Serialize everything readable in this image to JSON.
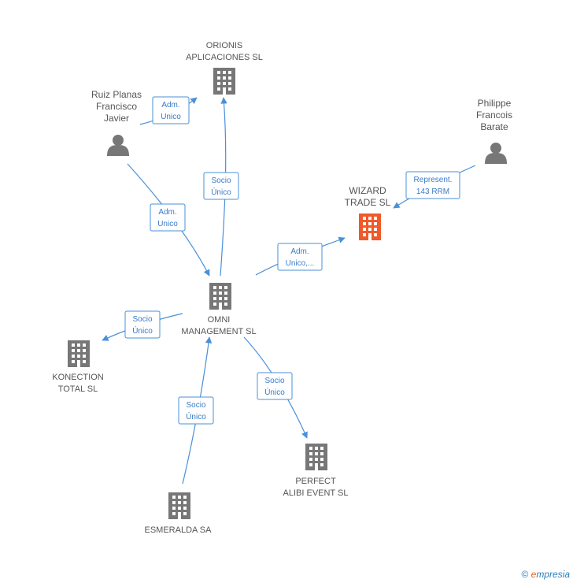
{
  "colors": {
    "edge": "#4a90d9",
    "company": "#777777",
    "company_highlight": "#f0592a",
    "person": "#777777"
  },
  "nodes": {
    "orionis": {
      "lines": [
        "ORIONIS",
        "APLICACIONES SL"
      ],
      "icon": "building-icon"
    },
    "ruiz": {
      "lines": [
        "Ruiz Planas",
        "Francisco",
        "Javier"
      ],
      "icon": "person-icon"
    },
    "philippe": {
      "lines": [
        "Philippe",
        "Francois",
        "Barate"
      ],
      "icon": "person-icon"
    },
    "wizard": {
      "lines": [
        "WIZARD",
        "TRADE SL"
      ],
      "icon": "building-icon"
    },
    "omni": {
      "lines": [
        "OMNI",
        "MANAGEMENT SL"
      ],
      "icon": "building-icon"
    },
    "konection": {
      "lines": [
        "KONECTION",
        "TOTAL SL"
      ],
      "icon": "building-icon"
    },
    "perfect": {
      "lines": [
        "PERFECT",
        "ALIBI EVENT SL"
      ],
      "icon": "building-icon"
    },
    "esmeralda": {
      "lines": [
        "ESMERALDA SA"
      ],
      "icon": "building-icon"
    }
  },
  "edges": {
    "ruiz_orionis": [
      "Adm.",
      "Unico"
    ],
    "omni_orionis": [
      "Socio",
      "Único"
    ],
    "ruiz_omni": [
      "Adm.",
      "Unico"
    ],
    "omni_wizard": [
      "Adm.",
      "Unico,..."
    ],
    "philippe_wizard": [
      "Represent.",
      "143 RRM"
    ],
    "omni_konection": [
      "Socio",
      "Único"
    ],
    "omni_perfect": [
      "Socio",
      "Único"
    ],
    "esmeralda_omni": [
      "Socio",
      "Único"
    ]
  },
  "footer": {
    "copyright": "©",
    "brand_first": "e",
    "brand_rest": "mpresia"
  }
}
